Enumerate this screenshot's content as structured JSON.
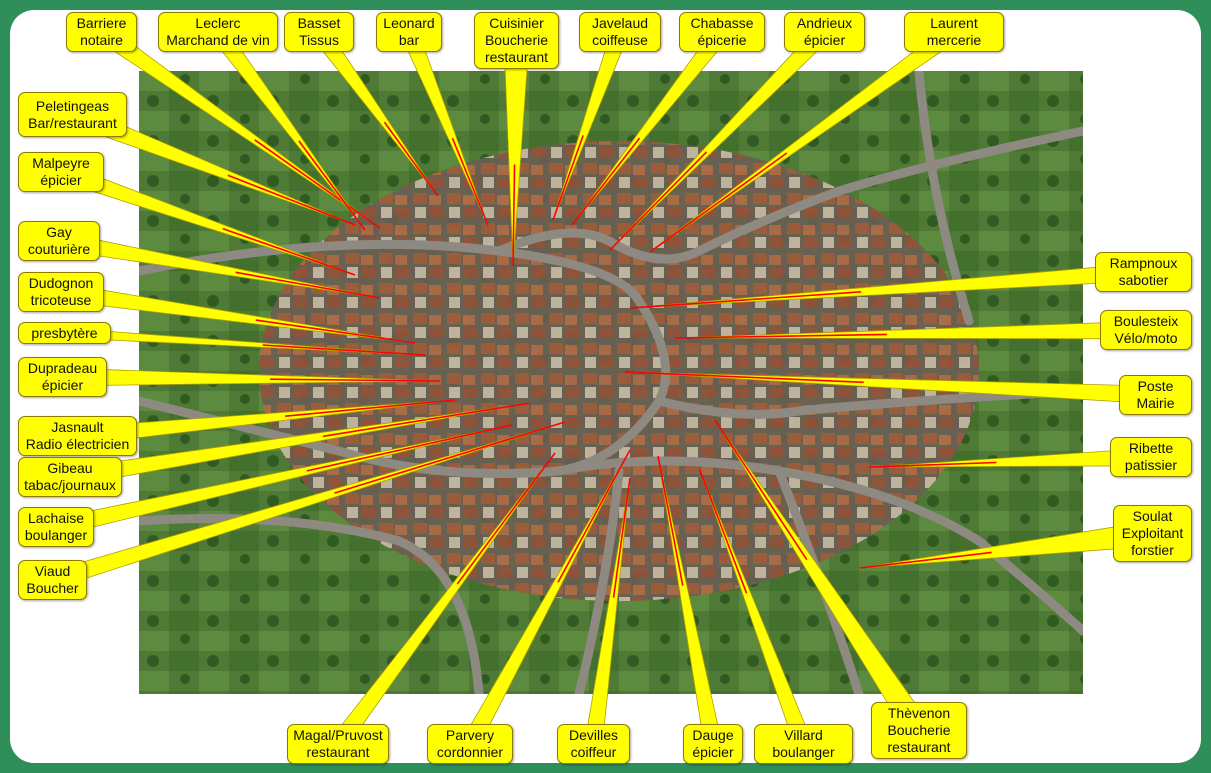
{
  "labels": [
    {
      "id": "barriere",
      "lines": [
        "Barriere",
        "notaire"
      ]
    },
    {
      "id": "leclerc",
      "lines": [
        "Leclerc",
        "Marchand de vin"
      ]
    },
    {
      "id": "basset",
      "lines": [
        "Basset",
        "Tissus"
      ]
    },
    {
      "id": "leonard",
      "lines": [
        "Leonard",
        "bar"
      ]
    },
    {
      "id": "cuisinier",
      "lines": [
        "Cuisinier",
        "Boucherie",
        "restaurant"
      ]
    },
    {
      "id": "javelaud",
      "lines": [
        "Javelaud",
        "coiffeuse"
      ]
    },
    {
      "id": "chabasse",
      "lines": [
        "Chabasse",
        "épicerie"
      ]
    },
    {
      "id": "andrieux",
      "lines": [
        "Andrieux",
        "épicier"
      ]
    },
    {
      "id": "laurent",
      "lines": [
        "Laurent",
        "mercerie"
      ]
    },
    {
      "id": "peletingeas",
      "lines": [
        "Peletingeas",
        "Bar/restaurant"
      ]
    },
    {
      "id": "malpeyre",
      "lines": [
        "Malpeyre",
        "épicier"
      ]
    },
    {
      "id": "gay",
      "lines": [
        "Gay",
        "couturière"
      ]
    },
    {
      "id": "dudognon",
      "lines": [
        "Dudognon",
        "tricoteuse"
      ]
    },
    {
      "id": "presbytere",
      "lines": [
        "presbytère"
      ]
    },
    {
      "id": "dupradeau",
      "lines": [
        "Dupradeau",
        "épicier"
      ]
    },
    {
      "id": "jasnault",
      "lines": [
        "Jasnault",
        "Radio électricien"
      ]
    },
    {
      "id": "gibeau",
      "lines": [
        "Gibeau",
        "tabac/journaux"
      ]
    },
    {
      "id": "lachaise",
      "lines": [
        "Lachaise",
        "boulanger"
      ]
    },
    {
      "id": "viaud",
      "lines": [
        "Viaud",
        "Boucher"
      ]
    },
    {
      "id": "rampnoux",
      "lines": [
        "Rampnoux",
        "sabotier"
      ]
    },
    {
      "id": "boulesteix",
      "lines": [
        "Boulesteix",
        "Vélo/moto"
      ]
    },
    {
      "id": "poste",
      "lines": [
        "Poste",
        "Mairie"
      ]
    },
    {
      "id": "ribette",
      "lines": [
        "Ribette",
        "patissier"
      ]
    },
    {
      "id": "soulat",
      "lines": [
        "Soulat",
        "Exploitant",
        "forstier"
      ]
    },
    {
      "id": "magal",
      "lines": [
        "Magal/Pruvost",
        "restaurant"
      ]
    },
    {
      "id": "parvery",
      "lines": [
        "Parvery",
        "cordonnier"
      ]
    },
    {
      "id": "devilles",
      "lines": [
        "Devilles",
        "coiffeur"
      ]
    },
    {
      "id": "dauge",
      "lines": [
        "Dauge",
        "épicier"
      ]
    },
    {
      "id": "villard",
      "lines": [
        "Villard",
        "boulanger"
      ]
    },
    {
      "id": "thevenon",
      "lines": [
        "Thèvenon",
        "Boucherie",
        "restaurant"
      ]
    }
  ],
  "colors": {
    "callout_fill": "#ffff00",
    "pointer_line": "#ff0000",
    "frame_border": "#2f8f5a"
  }
}
